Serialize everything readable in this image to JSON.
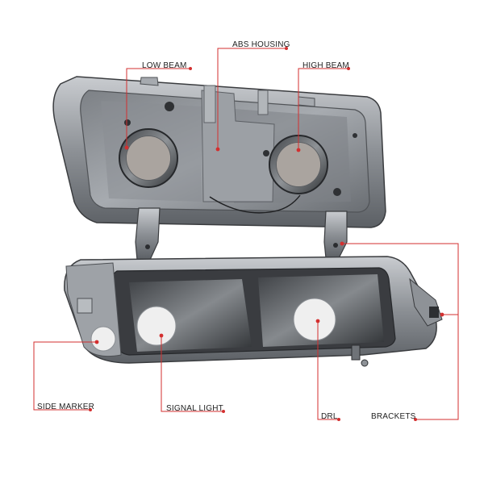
{
  "accent_color": "#d32f2f",
  "callouts": {
    "low_beam": "LOW BEAM",
    "abs_housing": "ABS HOUSING",
    "high_beam": "HIGH BEAM",
    "side_marker": "SIDE MARKER",
    "signal_light": "SIGNAL LIGHT",
    "drl": "DRL",
    "brackets": "BRACKETS"
  }
}
